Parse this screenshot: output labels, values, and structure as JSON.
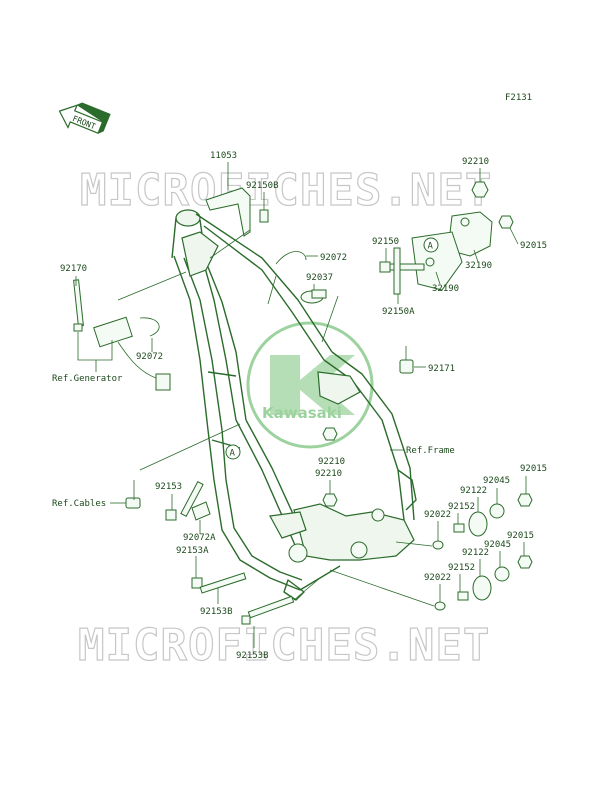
{
  "figure_code": "F2131",
  "front_label": "FRONT",
  "watermark_text": "MICROFICHES.NET",
  "logo_text": "Kawasaki",
  "callout_A": "A",
  "colors": {
    "line": "#2b6b2b",
    "text": "#1d4a1d",
    "watermark": "#c7c7c7",
    "logo": "#4caf50"
  },
  "part_numbers": {
    "p11053": "11053",
    "p92150B": "92150B",
    "p92210_top": "92210",
    "p92015_top": "92015",
    "p92150": "92150",
    "p32190_a": "32190",
    "p32190_b": "32190",
    "p92150A": "92150A",
    "p92170": "92170",
    "p92072_top": "92072",
    "p92037": "92037",
    "p92072_left": "92072",
    "p92171": "92171",
    "p92210_mid": "92210",
    "p92210_mid2": "92210",
    "p92153": "92153",
    "p92072A": "92072A",
    "p92153A": "92153A",
    "p92153B_a": "92153B",
    "p92153B_b": "92153B",
    "p92015_r1": "92015",
    "p92045_r1": "92045",
    "p92122_r1": "92122",
    "p92152_r1": "92152",
    "p92022_r1": "92022",
    "p92015_r2": "92015",
    "p92045_r2": "92045",
    "p92122_r2": "92122",
    "p92152_r2": "92152",
    "p92022_r2": "92022"
  },
  "references": {
    "generator": "Ref.Generator",
    "frame": "Ref.Frame",
    "cables": "Ref.Cables"
  }
}
